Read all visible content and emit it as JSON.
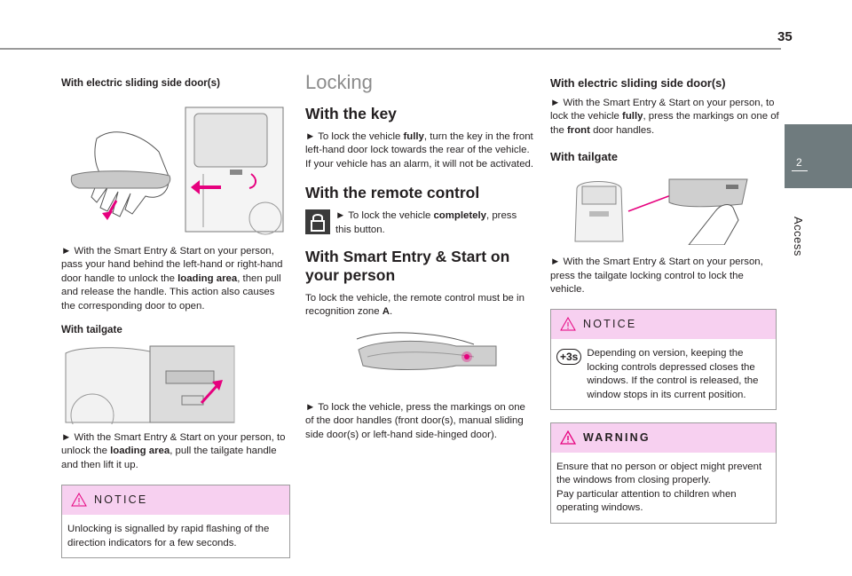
{
  "page": {
    "number": "35"
  },
  "side_tab": {
    "number": "2",
    "label": "Access"
  },
  "col1": {
    "heading_sliding": "With electric sliding side door(s)",
    "para_sliding": {
      "t1": "► With the Smart Entry & Start on your person, pass your hand behind the left-hand or right-hand door handle to unlock the ",
      "b1": "loading area",
      "t2": ", then pull and release the handle. This action also causes the corresponding door to open."
    },
    "heading_tailgate": "With tailgate",
    "para_tailgate": {
      "t1": "► With the Smart Entry & Start on your person, to unlock the ",
      "b1": "loading area",
      "t2": ", pull the tailgate handle and then lift it up."
    },
    "notice": {
      "title": "NOTICE",
      "text": "Unlocking is signalled by rapid flashing of the direction indicators for a few seconds."
    }
  },
  "col2": {
    "section_title": "Locking",
    "key": {
      "heading": "With the key",
      "t1": "► To lock the vehicle ",
      "b1": "fully",
      "t2": ", turn the key in the front left-hand door lock towards the rear of the vehicle.",
      "t3": "If your vehicle has an alarm, it will not be activated."
    },
    "remote": {
      "heading": "With the remote control",
      "t1": "► To lock the vehicle ",
      "b1": "completely",
      "t2": ", press this button."
    },
    "smart": {
      "heading": "With Smart Entry & Start on your person",
      "t1": "To lock the vehicle, the remote control must be in recognition zone ",
      "b1": "A",
      "t2": ".",
      "para2": "► To lock the vehicle, press the markings on one of the door handles (front door(s), manual sliding side door(s) or left-hand side-hinged door)."
    }
  },
  "col3": {
    "heading_sliding": "With electric sliding side door(s)",
    "para_sliding": {
      "t1": "► With the Smart Entry & Start on your person, to lock the vehicle ",
      "b1": "fully",
      "t2": ", press the markings on one of the ",
      "b2": "front",
      "t3": " door handles."
    },
    "heading_tailgate": "With tailgate",
    "para_tailgate": "► With the Smart Entry & Start on your person, press the tailgate locking control to lock the vehicle.",
    "notice": {
      "title": "NOTICE",
      "icon_text": "+3s",
      "text": "Depending on version, keeping the locking controls depressed closes the windows. If the control is released, the window stops in its current position."
    },
    "warning": {
      "title": "WARNING",
      "text1": "Ensure that no person or object might prevent the windows from closing properly.",
      "text2": "Pay particular attention to children when operating windows."
    }
  },
  "colors": {
    "box_header": "#f7d0f0",
    "side_tab": "#6f7b7e",
    "accent_arrow": "#e6007e",
    "section_title": "#8c8c8c"
  },
  "icons": [
    "warning-triangle-icon",
    "lock-remote-icon",
    "timer-3s-icon",
    "arrow-marker-icon"
  ]
}
